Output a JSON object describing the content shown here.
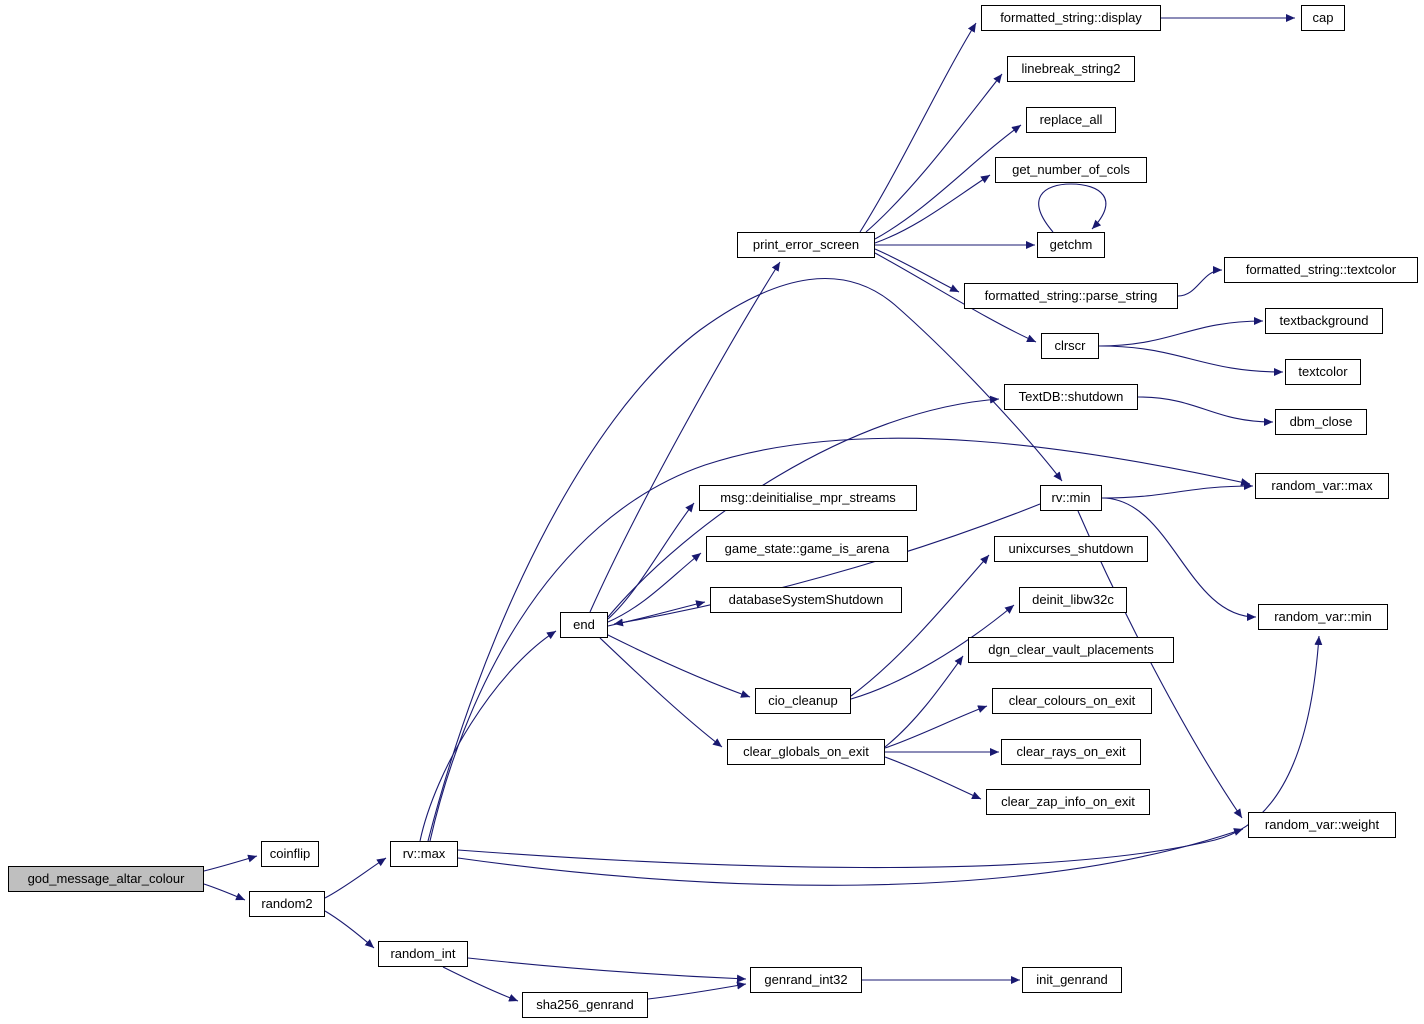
{
  "diagram": {
    "type": "call-graph",
    "colors": {
      "edge": "#191970",
      "node_border": "#000000",
      "node_bg": "#ffffff",
      "highlight_bg": "#bfbfbf",
      "text": "#000000",
      "canvas": "#ffffff"
    },
    "nodes": [
      {
        "id": "god_message_altar_colour",
        "label": "god_message_altar_colour",
        "highlight": true
      },
      {
        "id": "coinflip",
        "label": "coinflip"
      },
      {
        "id": "random2",
        "label": "random2"
      },
      {
        "id": "rv::max",
        "label": "rv::max"
      },
      {
        "id": "random_int",
        "label": "random_int"
      },
      {
        "id": "sha256_genrand",
        "label": "sha256_genrand"
      },
      {
        "id": "genrand_int32",
        "label": "genrand_int32"
      },
      {
        "id": "init_genrand",
        "label": "init_genrand"
      },
      {
        "id": "end",
        "label": "end"
      },
      {
        "id": "print_error_screen",
        "label": "print_error_screen"
      },
      {
        "id": "formatted_string::display",
        "label": "formatted_string::display"
      },
      {
        "id": "cap",
        "label": "cap"
      },
      {
        "id": "linebreak_string2",
        "label": "linebreak_string2"
      },
      {
        "id": "replace_all",
        "label": "replace_all"
      },
      {
        "id": "get_number_of_cols",
        "label": "get_number_of_cols"
      },
      {
        "id": "getchm",
        "label": "getchm"
      },
      {
        "id": "formatted_string::parse_string",
        "label": "formatted_string::parse_string"
      },
      {
        "id": "formatted_string::textcolor",
        "label": "formatted_string::textcolor"
      },
      {
        "id": "clrscr",
        "label": "clrscr"
      },
      {
        "id": "textbackground",
        "label": "textbackground"
      },
      {
        "id": "textcolor",
        "label": "textcolor"
      },
      {
        "id": "TextDB::shutdown",
        "label": "TextDB::shutdown"
      },
      {
        "id": "dbm_close",
        "label": "dbm_close"
      },
      {
        "id": "rv::min",
        "label": "rv::min"
      },
      {
        "id": "random_var::max",
        "label": "random_var::max"
      },
      {
        "id": "msg::deinitialise_mpr_streams",
        "label": "msg::deinitialise_mpr_streams"
      },
      {
        "id": "game_state::game_is_arena",
        "label": "game_state::game_is_arena"
      },
      {
        "id": "databaseSystemShutdown",
        "label": "databaseSystemShutdown"
      },
      {
        "id": "unixcurses_shutdown",
        "label": "unixcurses_shutdown"
      },
      {
        "id": "deinit_libw32c",
        "label": "deinit_libw32c"
      },
      {
        "id": "dgn_clear_vault_placements",
        "label": "dgn_clear_vault_placements"
      },
      {
        "id": "cio_cleanup",
        "label": "cio_cleanup"
      },
      {
        "id": "clear_colours_on_exit",
        "label": "clear_colours_on_exit"
      },
      {
        "id": "clear_globals_on_exit",
        "label": "clear_globals_on_exit"
      },
      {
        "id": "clear_rays_on_exit",
        "label": "clear_rays_on_exit"
      },
      {
        "id": "clear_zap_info_on_exit",
        "label": "clear_zap_info_on_exit"
      },
      {
        "id": "random_var::min",
        "label": "random_var::min"
      },
      {
        "id": "random_var::weight",
        "label": "random_var::weight"
      }
    ],
    "edges": [
      {
        "from": "god_message_altar_colour",
        "to": "coinflip"
      },
      {
        "from": "god_message_altar_colour",
        "to": "random2"
      },
      {
        "from": "random2",
        "to": "rv::max"
      },
      {
        "from": "random2",
        "to": "random_int"
      },
      {
        "from": "random_int",
        "to": "sha256_genrand"
      },
      {
        "from": "random_int",
        "to": "genrand_int32"
      },
      {
        "from": "sha256_genrand",
        "to": "genrand_int32"
      },
      {
        "from": "genrand_int32",
        "to": "init_genrand"
      },
      {
        "from": "rv::max",
        "to": "end"
      },
      {
        "from": "rv::max",
        "to": "rv::min"
      },
      {
        "from": "rv::max",
        "to": "random_var::max"
      },
      {
        "from": "rv::max",
        "to": "random_var::min"
      },
      {
        "from": "rv::max",
        "to": "random_var::weight"
      },
      {
        "from": "end",
        "to": "print_error_screen"
      },
      {
        "from": "end",
        "to": "msg::deinitialise_mpr_streams"
      },
      {
        "from": "end",
        "to": "game_state::game_is_arena"
      },
      {
        "from": "end",
        "to": "databaseSystemShutdown"
      },
      {
        "from": "end",
        "to": "cio_cleanup"
      },
      {
        "from": "end",
        "to": "clear_globals_on_exit"
      },
      {
        "from": "end",
        "to": "TextDB::shutdown"
      },
      {
        "from": "print_error_screen",
        "to": "formatted_string::display"
      },
      {
        "from": "print_error_screen",
        "to": "linebreak_string2"
      },
      {
        "from": "print_error_screen",
        "to": "replace_all"
      },
      {
        "from": "print_error_screen",
        "to": "get_number_of_cols"
      },
      {
        "from": "print_error_screen",
        "to": "getchm"
      },
      {
        "from": "print_error_screen",
        "to": "formatted_string::parse_string"
      },
      {
        "from": "print_error_screen",
        "to": "clrscr"
      },
      {
        "from": "formatted_string::display",
        "to": "cap"
      },
      {
        "from": "getchm",
        "to": "getchm"
      },
      {
        "from": "formatted_string::parse_string",
        "to": "formatted_string::textcolor"
      },
      {
        "from": "clrscr",
        "to": "textbackground"
      },
      {
        "from": "clrscr",
        "to": "textcolor"
      },
      {
        "from": "TextDB::shutdown",
        "to": "dbm_close"
      },
      {
        "from": "rv::min",
        "to": "random_var::max"
      },
      {
        "from": "rv::min",
        "to": "random_var::min"
      },
      {
        "from": "rv::min",
        "to": "random_var::weight"
      },
      {
        "from": "rv::min",
        "to": "end"
      },
      {
        "from": "cio_cleanup",
        "to": "unixcurses_shutdown"
      },
      {
        "from": "cio_cleanup",
        "to": "deinit_libw32c"
      },
      {
        "from": "clear_globals_on_exit",
        "to": "dgn_clear_vault_placements"
      },
      {
        "from": "clear_globals_on_exit",
        "to": "clear_colours_on_exit"
      },
      {
        "from": "clear_globals_on_exit",
        "to": "clear_rays_on_exit"
      },
      {
        "from": "clear_globals_on_exit",
        "to": "clear_zap_info_on_exit"
      }
    ]
  }
}
